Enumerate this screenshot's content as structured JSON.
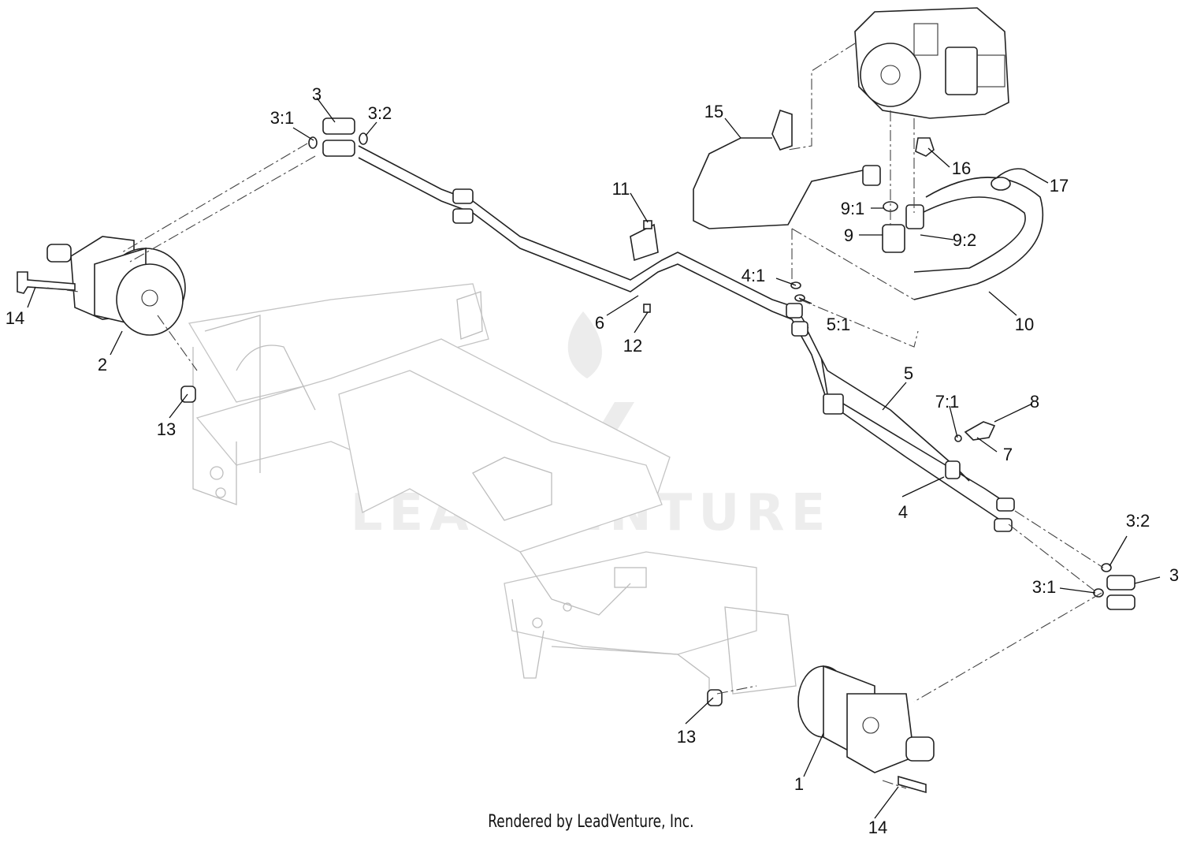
{
  "diagram": {
    "callouts": {
      "c1": "1",
      "c2": "2",
      "c3a": "3",
      "c3b": "3",
      "c3_1a": "3:1",
      "c3_1b": "3:1",
      "c3_2a": "3:2",
      "c3_2b": "3:2",
      "c4": "4",
      "c4_1": "4:1",
      "c5": "5",
      "c5_1": "5:1",
      "c6": "6",
      "c7": "7",
      "c7_1": "7:1",
      "c8": "8",
      "c9": "9",
      "c9_1": "9:1",
      "c9_2": "9:2",
      "c10": "10",
      "c11": "11",
      "c12": "12",
      "c13a": "13",
      "c13b": "13",
      "c14a": "14",
      "c14b": "14",
      "c15": "15",
      "c16": "16",
      "c17": "17"
    },
    "watermark": "LEADVENTURE",
    "credit": "Rendered by LeadVenture, Inc."
  }
}
